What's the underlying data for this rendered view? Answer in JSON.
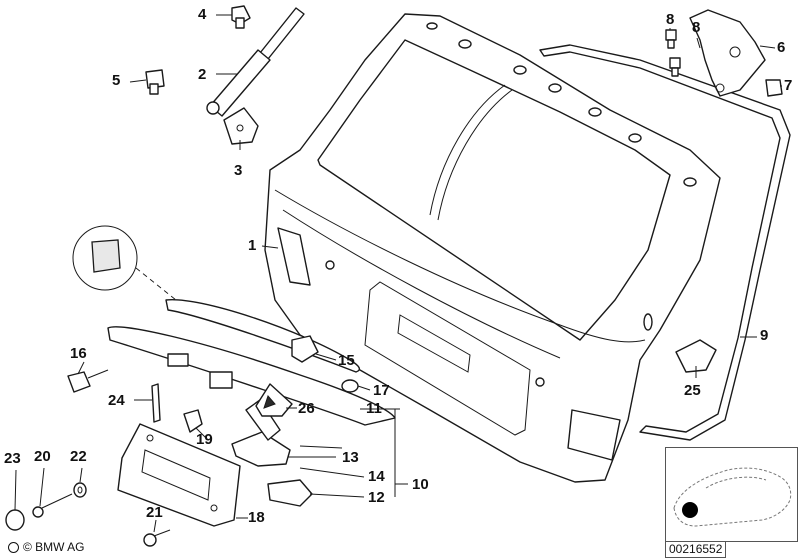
{
  "callouts": [
    "1",
    "2",
    "3",
    "4",
    "5",
    "6",
    "7",
    "8",
    "8",
    "9",
    "10",
    "11",
    "12",
    "13",
    "14",
    "15",
    "16",
    "17",
    "18",
    "19",
    "20",
    "21",
    "22",
    "23",
    "24",
    "25",
    "26"
  ],
  "document_number": "00216552",
  "copyright": "© BMW AG",
  "colors": {
    "line": "#1a1a1a",
    "background": "#ffffff",
    "fill_light": "#e8e8e8",
    "marker": "#000000"
  }
}
